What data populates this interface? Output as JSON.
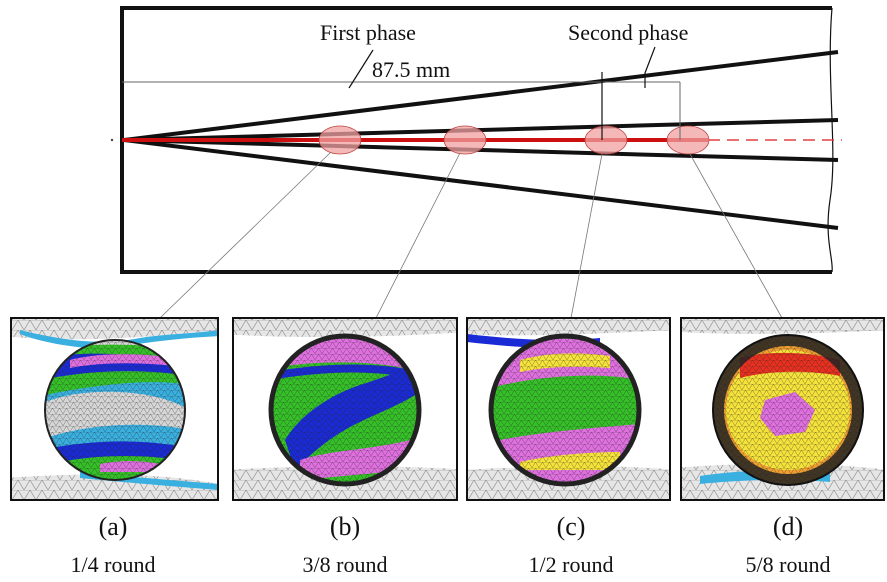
{
  "diagram": {
    "labels": {
      "first_phase": "First phase",
      "second_phase": "Second phase",
      "distance": "87.5 mm"
    },
    "colors": {
      "outline": "#111111",
      "axis_line": "#cc1010",
      "contact_zone_fill": "#f2a0a0",
      "mesh_grey": "#d4d4d4",
      "contour_cyan": "#3ab0e0",
      "contour_blue": "#1a2bd6",
      "contour_green": "#35c028",
      "contour_magenta": "#e070e0",
      "contour_yellow": "#f5e23a",
      "contour_red": "#e83020"
    },
    "panels": [
      {
        "id": "a",
        "letter": "(a)",
        "caption": "1/4 round"
      },
      {
        "id": "b",
        "letter": "(b)",
        "caption": "3/8 round"
      },
      {
        "id": "c",
        "letter": "(c)",
        "caption": "1/2 round"
      },
      {
        "id": "d",
        "letter": "(d)",
        "caption": "5/8 round"
      }
    ]
  }
}
